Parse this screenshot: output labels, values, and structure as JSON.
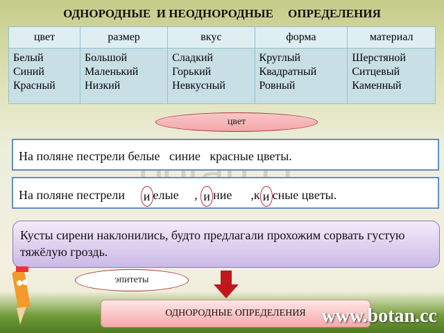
{
  "title": "ОДНОРОДНЫЕ  И НЕОДНОРОДНЫЕ     ОПРЕДЕЛЕНИЯ",
  "table": {
    "headers": [
      "цвет",
      "размер",
      "вкус",
      "форма",
      "материал"
    ],
    "columns": [
      [
        "Белый",
        "Синий",
        "Красный"
      ],
      [
        "Большой",
        "Маленький",
        "Низкий"
      ],
      [
        "Сладкий",
        "Горький",
        "Невкусный"
      ],
      [
        "Круглый",
        "Квадратный",
        "Ровный"
      ],
      [
        "Шерстяной",
        "Ситцевый",
        "Каменный"
      ]
    ]
  },
  "label_color": "цвет",
  "sentence1": "На поляне пестрели белые   синие   красные цветы.",
  "sentence2": {
    "start": "На поляне пестрели     ",
    "conj": "и",
    "w1": "елые     , ",
    "w2": "ние      ,к",
    "w3": "сные цветы."
  },
  "sentence3": "Кусты сирени наклонились, будто предлагали прохожим сорвать густую     тяжёлую гроздь.",
  "label_epithets": "эпитеты",
  "conclusion": "ОДНОРОДНЫЕ ОПРЕДЕЛЕНИЯ",
  "watermark": "botan.cc",
  "site": "www.botan.cc"
}
